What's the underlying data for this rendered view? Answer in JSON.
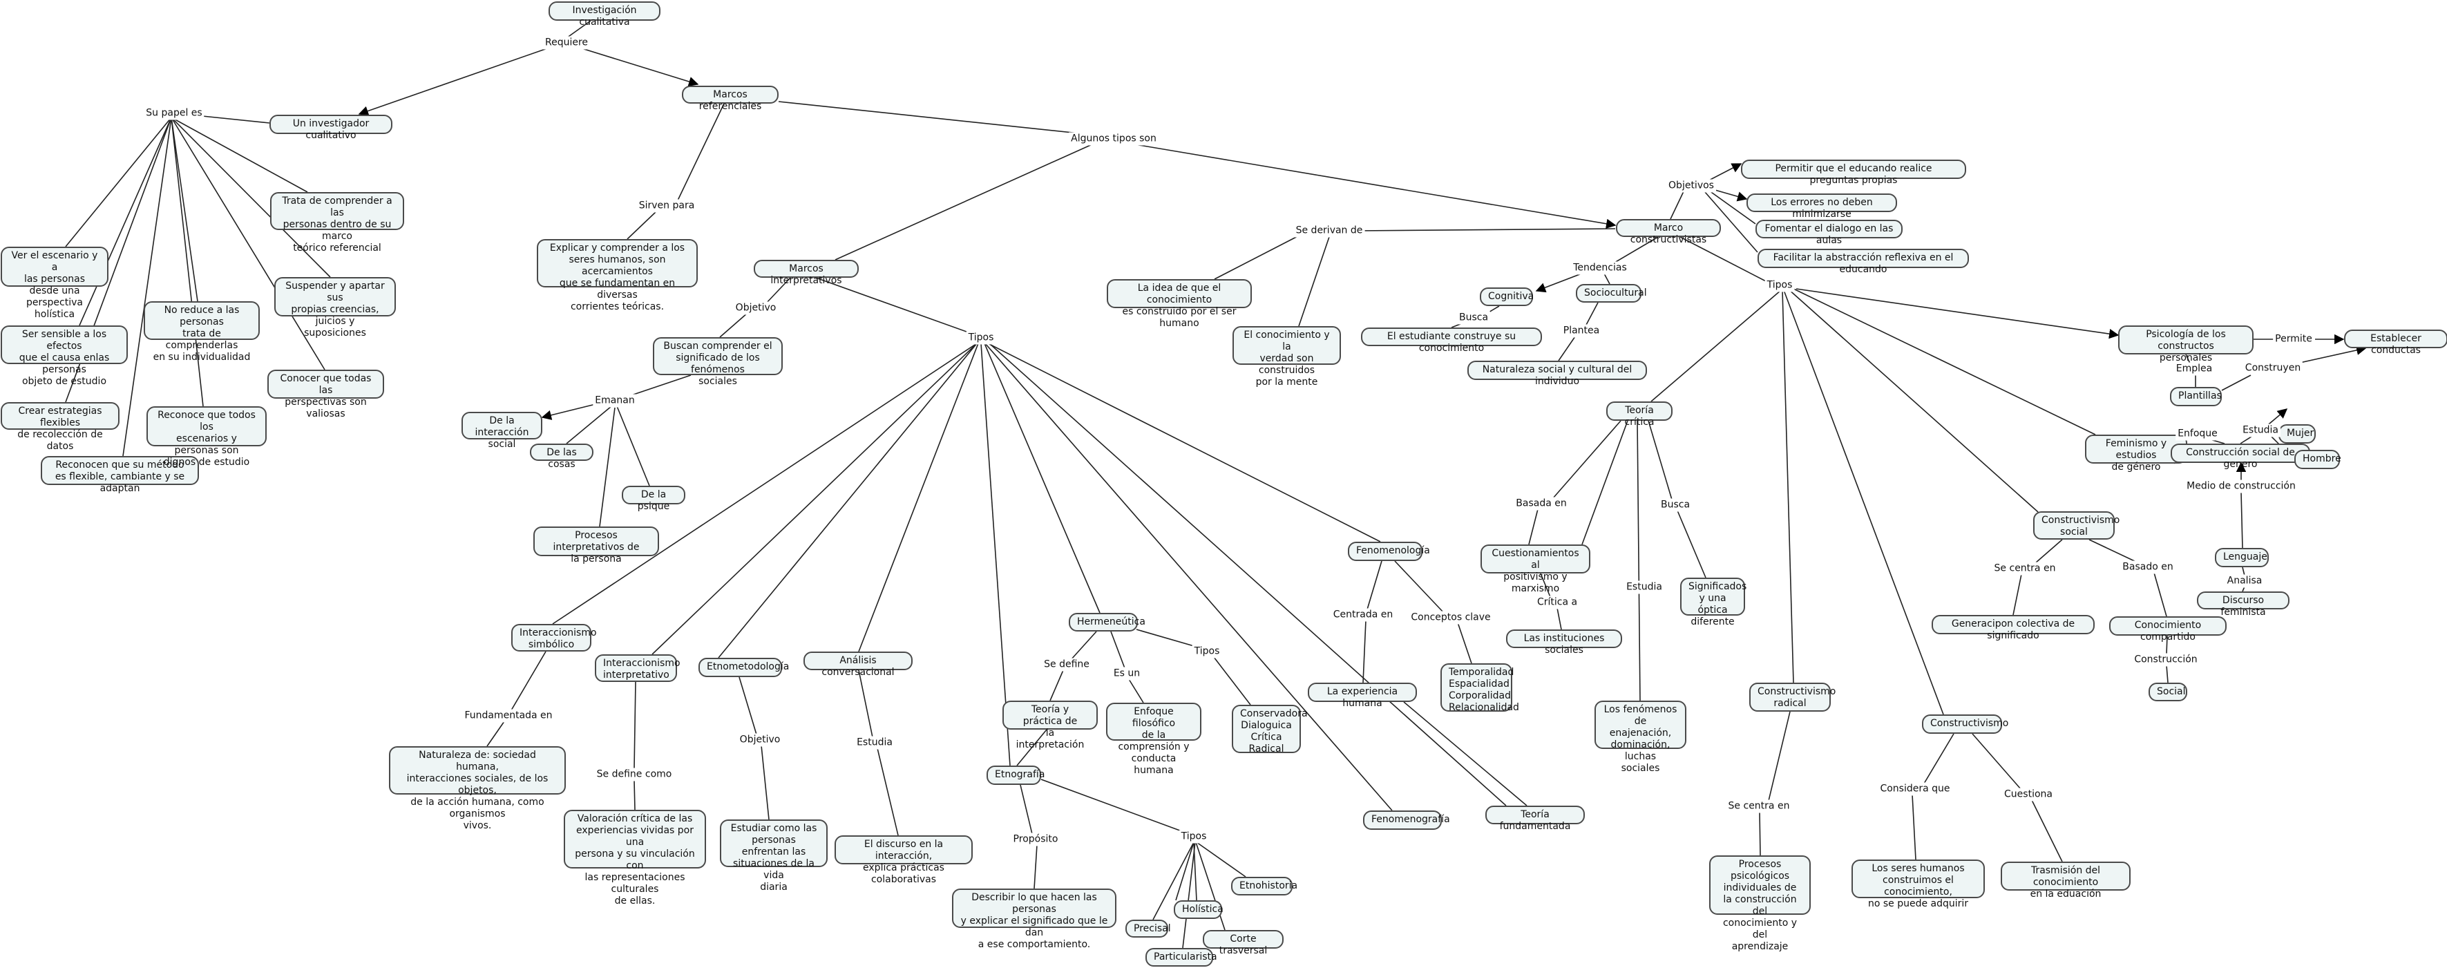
{
  "concepts": {
    "root": "Investigación cualitativa",
    "investigador": "Un investigador cualitativo",
    "marcos_ref": "Marcos referenciales",
    "ver_escenario": "Ver el escenario y a\nlas personas desde una\nperspectiva holística",
    "sensible": "Ser sensible a los efectos\nque el causa enlas personas\nobjeto de estudio",
    "crear": "Crear estrategias flexibles\nde recolección de datos",
    "reconocen_metodo": "Reconocen que su método\nes flexible, cambiante y se adaptan",
    "no_reduce": "No reduce a las personas\ntrata de comprenderlas\nen su individualidad",
    "reconoce_todos": "Reconoce que todos los\nescenarios y personas son\ndignos de estudio",
    "trata_comprender": "Trata de comprender a las\npersonas dentro de su marco\nteórico referencial",
    "suspender": "Suspender y apartar sus\npropias creencias, juicios y\nsuposiciones",
    "conocer": "Conocer que todas las\nperspectivas son valiosas",
    "explicar": "Explicar y comprender a los\nseres humanos, son acercamientos\nque se fundamentan en diversas\ncorrientes teóricas.",
    "marcos_int": "Marcos interpretativos",
    "buscan": "Buscan comprender el\nsignificado de los fenómenos\nsociales",
    "de_interaccion": "De la interacción\nsocial",
    "de_cosas": "De las cosas",
    "de_psique": "De la psique",
    "procesos_int": "Procesos interpretativos de\nla persona",
    "inter_simbolico": "Interaccionismo\nsimbólico",
    "naturaleza_sociedad": "Naturaleza de: sociedad humana,\ninteracciones sociales, de los objetos,\nde la acción humana, como organismos\nvivos.",
    "inter_interpretativo": "Interaccionismo\ninterpretativo",
    "valoracion": "Valoración crítica de las\nexperiencias vividas por una\npersona y su vinculación con\nlas representaciones culturales\nde ellas.",
    "etnometodologia": "Etnometodología",
    "estudiar_como": "Estudiar como las\npersonas enfrentan las\nsituaciones de la vida\ndiaria",
    "analisis_conv": "Análisis conversacional",
    "discurso": "El discurso en la interacción,\nexplica prácticas colaborativas",
    "hermeneutica": "Hermeneútica",
    "teoria_practica": "Teoría y práctica de\nla interpretación",
    "enfoque_filosofico": "Enfoque filosófico\nde la comprensión y\nconducta humana",
    "conservadora": "Conservadora\nDialoguica\nCrítica\nRadical",
    "etnografia": "Etnografía",
    "describir": "Describir lo que hacen las personas\ny explicar el significado que le dan\na ese comportamiento.",
    "precisal": "Precisal",
    "holistica": "Holística",
    "particularista": "Particularista",
    "corte_trasversal": "Corte trasversal",
    "etnohistoria": "Etnohistoria",
    "fenomenologia": "Fenomenología",
    "experiencia_humana": "La experiencia humana",
    "temporalidad": "Temporalidad\nEspacialidad\nCorporalidad\nRelacionalidad",
    "fenomenografia": "Fenomenografía",
    "teoria_fundamentada": "Teoría fundamentada",
    "idea_conocimiento": "La idea de que el conocimiento\nes construido por el ser humano",
    "conocimiento_verdad": "El conocimiento y la\nverdad son construidos\npor la mente",
    "marco_constructivistas": "Marco constructivistas",
    "permitir": "Permitir que el educando realice  preguntas propias",
    "errores": "Los errores no deben minimizarse",
    "fomentar": "Fomentar el dialogo en las aulas",
    "facilitar": "Facilitar la abstracción reflexiva en el educando",
    "cognitiva": "Cognitiva",
    "sociocultural": "Sociocultural",
    "estudiante_construye": "El estudiante construye su conocimiento",
    "naturaleza_social": "Naturaleza social y cultural del individuo",
    "teoria_critica": "Teoría crítica",
    "cuestionamientos": "Cuestionamientos al\npositivismo y marxismo",
    "instituciones": "Las instituciones sociales",
    "fenomenos": "Los fenómenos\nde enajenación,\ndominación, luchas\nsociales",
    "significados": "Significados\ny una óptica\ndiferente",
    "constructivismo_radical": "Constructivismo\nradical",
    "procesos_psico": "Procesos psicológicos\nindividuales de\nla construcción del\nconocimiento y del\naprendizaje",
    "constructivismo": "Constructivismo",
    "seres_humanos": "Los seres humanos\nconstruimos el conocimiento,\nno se puede adquirir",
    "trasmision": "Trasmisión del conocimiento\nen la eduación",
    "constructivismo_social": "Constructivismo\nsocial",
    "generacion": "Generacipon colectiva de significado",
    "conocimiento_compartido": "Conocimiento compartido",
    "social": "Social",
    "feminismo": "Feminismo y estudios\nde género",
    "construccion_genero": "Construcción social de genero",
    "mujer": "Mujer",
    "hombre": "Hombre",
    "lenguaje": "Lenguaje",
    "discurso_feminista": "Discurso feminista",
    "psicologia": "Psicología de los constructos\npersonales",
    "establecer": "Establecer conductas",
    "plantillas": "Plantillas"
  },
  "links": {
    "requiere": "Requiere",
    "su_papel": "Su papel es",
    "sirven_para": "Sirven para",
    "algunos_tipos": "Algunos tipos son",
    "objetivo": "Objetivo",
    "emanan": "Emanan",
    "tipos_interp": "Tipos",
    "fundamentada": "Fundamentada en",
    "se_define_como": "Se define como",
    "objetivo_etno": "Objetivo",
    "estudia_ac": "Estudia",
    "se_define": "Se define",
    "es_un": "Es un",
    "tipos_herm": "Tipos",
    "proposito": "Propósito",
    "tipos_etno": "Tipos",
    "centrada_en": "Centrada en",
    "conceptos_clave": "Conceptos clave",
    "se_derivan": "Se derivan de",
    "objetivos": "Objetivos",
    "tendencias": "Tendencias",
    "busca_cog": "Busca",
    "plantea": "Plantea",
    "tipos_const": "Tipos",
    "basada_en": "Basada en",
    "critica_a": "Crítica a",
    "estudia_tc": "Estudia",
    "busca_tc": "Busca",
    "se_centra_en": "Se centra en",
    "considera_que": "Considera que",
    "cuestiona": "Cuestiona",
    "se_centra_en_social": "Se centra en",
    "basado_en": "Basado en",
    "construccion": "Construcción",
    "enfoque": "Enfoque",
    "estudia_fem": "Estudia",
    "medio": "Medio de construcción",
    "analisa": "Analisa",
    "permite": "Permite",
    "emplea": "Emplea",
    "construyen": "Construyen"
  }
}
